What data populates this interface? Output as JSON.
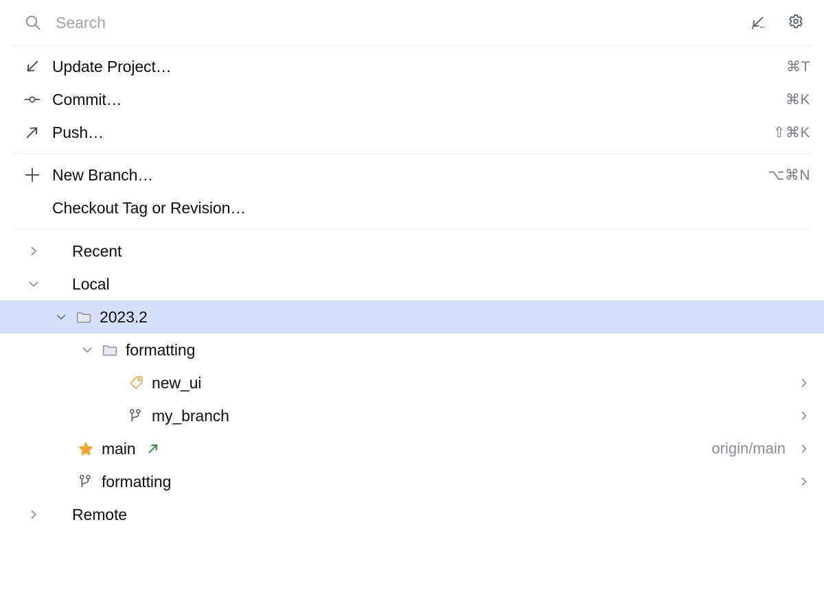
{
  "search": {
    "placeholder": "Search",
    "value": "",
    "icon": "search-icon"
  },
  "header_actions": [
    {
      "name": "fetch-icon",
      "title": "Fetch"
    },
    {
      "name": "gear-icon",
      "title": "Settings"
    }
  ],
  "actions": [
    {
      "icon": "update-project-icon",
      "label": "Update Project…",
      "shortcut": "⌘T"
    },
    {
      "icon": "commit-icon",
      "label": "Commit…",
      "shortcut": "⌘K"
    },
    {
      "icon": "push-icon",
      "label": "Push…",
      "shortcut": "⇧⌘K"
    }
  ],
  "branch_actions": [
    {
      "icon": "plus-icon",
      "label": "New Branch…",
      "shortcut": "⌥⌘N"
    },
    {
      "icon": "none",
      "label": "Checkout Tag or Revision…",
      "shortcut": ""
    }
  ],
  "tree": [
    {
      "label": "Recent",
      "expanded": false,
      "indent": 0,
      "icon": "none",
      "selected": false,
      "chevron": true,
      "arrow": false,
      "tracking": "",
      "more": false
    },
    {
      "label": "Local",
      "expanded": true,
      "indent": 0,
      "icon": "none",
      "selected": false,
      "chevron": true,
      "arrow": false,
      "tracking": "",
      "more": false
    },
    {
      "label": "2023.2",
      "expanded": true,
      "indent": 1,
      "icon": "folder",
      "selected": true,
      "chevron": true,
      "arrow": false,
      "tracking": "",
      "more": false
    },
    {
      "label": "formatting",
      "expanded": true,
      "indent": 2,
      "icon": "folder",
      "selected": false,
      "chevron": true,
      "arrow": false,
      "tracking": "",
      "more": false
    },
    {
      "label": "new_ui",
      "expanded": null,
      "indent": 3,
      "icon": "tag",
      "selected": false,
      "chevron": false,
      "arrow": false,
      "tracking": "",
      "more": true
    },
    {
      "label": "my_branch",
      "expanded": null,
      "indent": 3,
      "icon": "branch",
      "selected": false,
      "chevron": false,
      "arrow": false,
      "tracking": "",
      "more": true
    },
    {
      "label": "main",
      "expanded": null,
      "indent": 2,
      "icon": "star",
      "selected": false,
      "chevron": false,
      "arrow": true,
      "tracking": "origin/main",
      "more": true
    },
    {
      "label": "formatting",
      "expanded": null,
      "indent": 2,
      "icon": "branch",
      "selected": false,
      "chevron": false,
      "arrow": false,
      "tracking": "",
      "more": true
    },
    {
      "label": "Remote",
      "expanded": false,
      "indent": 0,
      "icon": "none",
      "selected": false,
      "chevron": true,
      "arrow": false,
      "tracking": "",
      "more": false
    }
  ],
  "colors": {
    "selection": "#d6e0fa",
    "separator": "#ebecf0",
    "text": "#0d0d0f",
    "muted": "#8a8d96",
    "icon": "#5a5d6b",
    "tag_orange": "#e8a33d",
    "star_orange": "#f0a732",
    "arrow_green": "#2e8b45",
    "placeholder": "#a0a3ad"
  }
}
